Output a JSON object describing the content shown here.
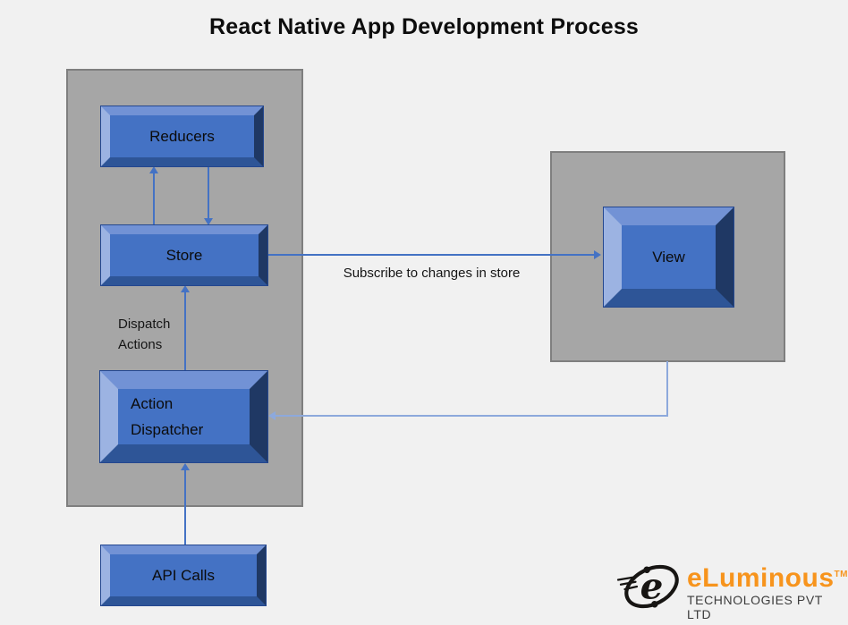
{
  "title": "React Native App Development Process",
  "diagram": {
    "nodes": {
      "reducers": {
        "label": "Reducers"
      },
      "store": {
        "label": "Store"
      },
      "action_dispatcher": {
        "label": "Action Dispatcher"
      },
      "api_calls": {
        "label": "API Calls"
      },
      "view": {
        "label": "View"
      }
    },
    "edges": {
      "subscribe_label": "Subscribe to changes in store",
      "dispatch_label": "Dispatch Actions"
    },
    "colors": {
      "node_fill": "#4472c4",
      "node_bevel_light": "#9cb3e2",
      "node_bevel_dark": "#1f3864",
      "container_gray": "#a6a6a6",
      "container_border": "#7f7f7f",
      "arrow_blue": "#4472c4",
      "arrow_light_blue": "#8da9dc",
      "background": "#f1f1f1"
    }
  },
  "logo": {
    "brand": "eLuminous",
    "trademark": "TM",
    "subtitle": "TECHNOLOGIES PVT LTD",
    "brand_color": "#f7941d"
  }
}
